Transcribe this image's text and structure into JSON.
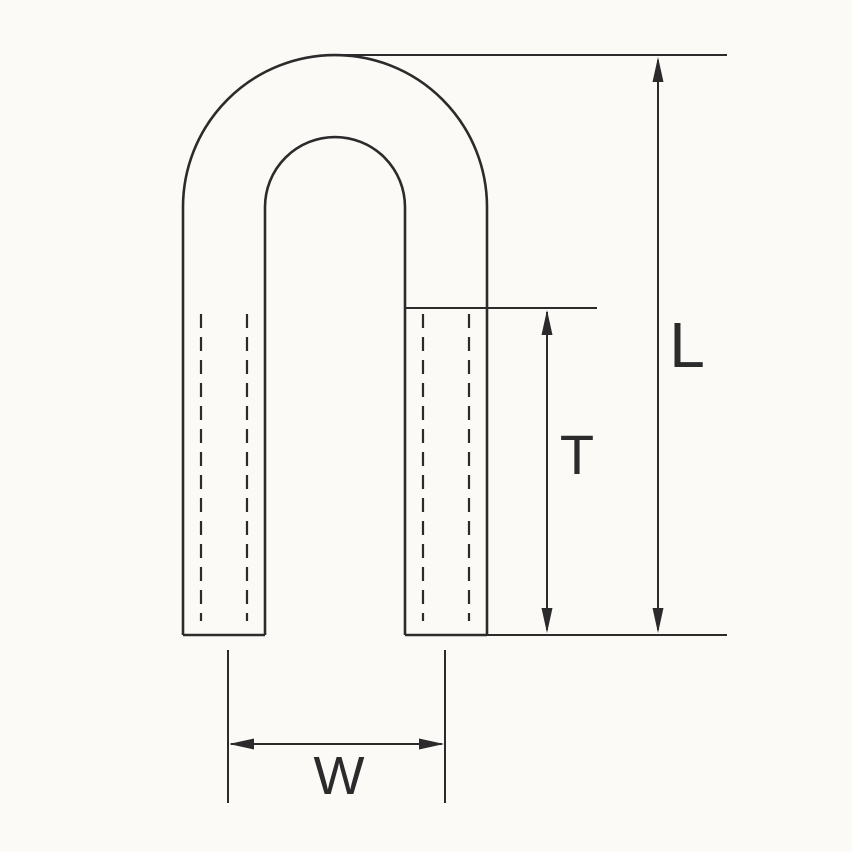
{
  "diagram": {
    "labels": {
      "length": "L",
      "thread_length": "T",
      "width": "W"
    },
    "colors": {
      "line": "#2b2b2b",
      "background": "#fbfaf7"
    }
  }
}
